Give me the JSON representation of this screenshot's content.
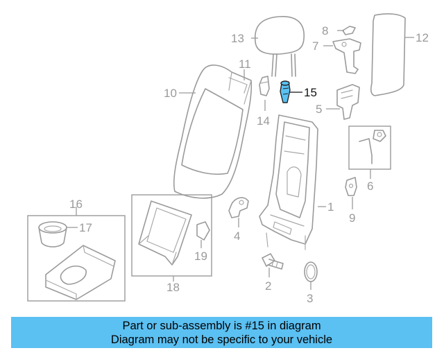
{
  "diagram": {
    "highlight_color": "#5bc0f2",
    "callouts": {
      "c1": "1",
      "c2": "2",
      "c3": "3",
      "c4": "4",
      "c5": "5",
      "c6": "6",
      "c7": "7",
      "c8": "8",
      "c9": "9",
      "c10": "10",
      "c11": "11",
      "c12": "12",
      "c13": "13",
      "c14": "14",
      "c15": "15",
      "c16": "16",
      "c17": "17",
      "c18": "18",
      "c19": "19"
    }
  },
  "caption": {
    "line1": "Part or sub-assembly is #15 in diagram",
    "line2": "Diagram may not be specific to your vehicle"
  }
}
